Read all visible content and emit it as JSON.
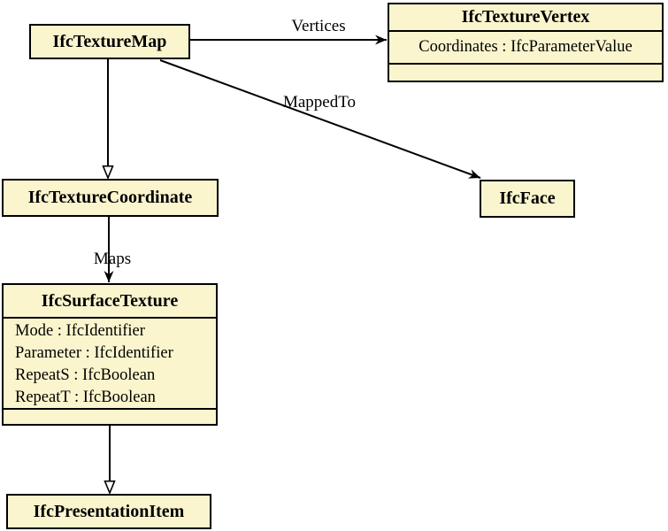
{
  "diagram": {
    "type": "uml-class-diagram",
    "colors": {
      "background": "#ffffff",
      "node_fill": "#fbf5ce",
      "node_border": "#000000",
      "edge": "#000000",
      "text": "#000000"
    },
    "nodes": [
      {
        "title": "IfcTextureMap",
        "attributes": []
      },
      {
        "title": "IfcTextureVertex",
        "attributes": [
          "Coordinates : IfcParameterValue"
        ]
      },
      {
        "title": "IfcTextureCoordinate",
        "attributes": []
      },
      {
        "title": "IfcFace",
        "attributes": []
      },
      {
        "title": "IfcSurfaceTexture",
        "attributes": [
          "Mode : IfcIdentifier",
          "Parameter : IfcIdentifier",
          "RepeatS : IfcBoolean",
          "RepeatT : IfcBoolean"
        ]
      },
      {
        "title": "IfcPresentationItem",
        "attributes": []
      }
    ],
    "edges": [
      {
        "label": "Vertices",
        "from": "IfcTextureMap",
        "to": "IfcTextureVertex",
        "type": "association"
      },
      {
        "label": "MappedTo",
        "from": "IfcTextureMap",
        "to": "IfcFace",
        "type": "association"
      },
      {
        "label": "",
        "from": "IfcTextureMap",
        "to": "IfcTextureCoordinate",
        "type": "inheritance"
      },
      {
        "label": "Maps",
        "from": "IfcTextureCoordinate",
        "to": "IfcSurfaceTexture",
        "type": "association"
      },
      {
        "label": "",
        "from": "IfcSurfaceTexture",
        "to": "IfcPresentationItem",
        "type": "inheritance"
      }
    ]
  }
}
